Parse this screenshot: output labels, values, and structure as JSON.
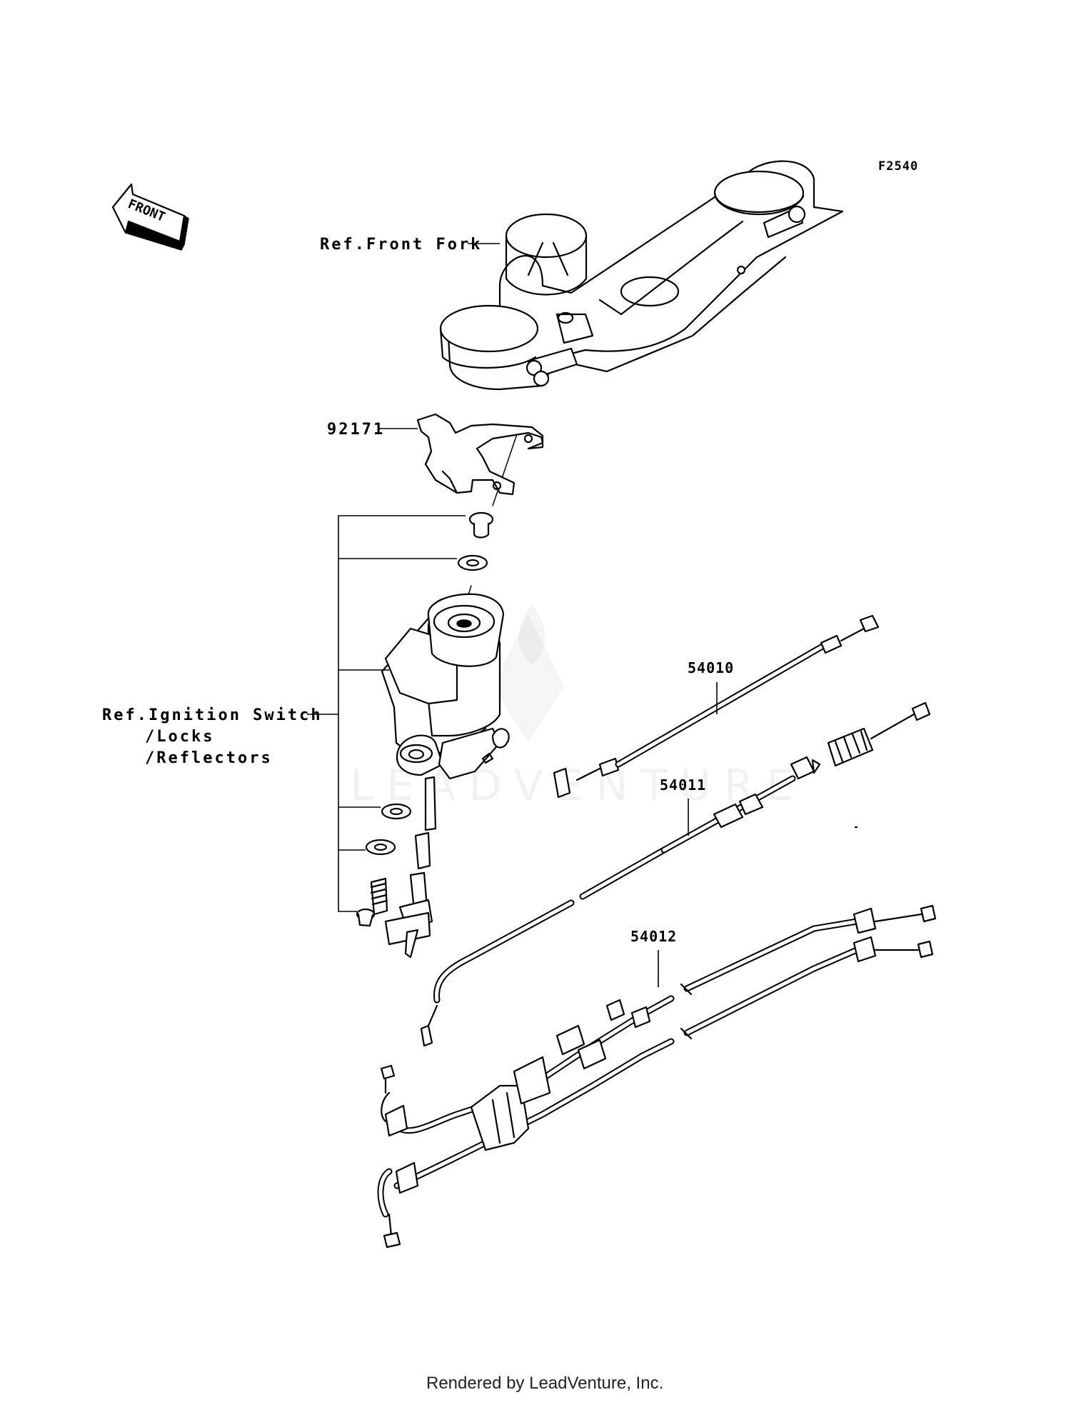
{
  "diagram": {
    "code": "F2540",
    "front_label": "FRONT",
    "labels": {
      "front_fork": "Ref.Front Fork",
      "part_92171": "92171",
      "ignition_line1": "Ref.Ignition Switch",
      "ignition_line2": "/Locks",
      "ignition_line3": "/Reflectors",
      "part_54010": "54010",
      "part_54011": "54011",
      "part_54012": "54012"
    },
    "watermark": "LEADVENTURE",
    "footer": "Rendered by LeadVenture, Inc."
  }
}
